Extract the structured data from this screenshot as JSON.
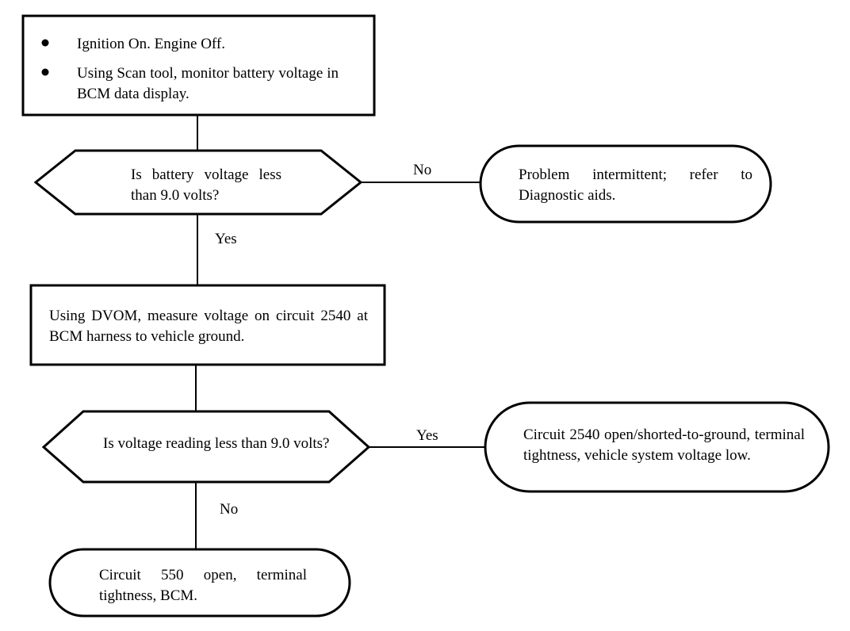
{
  "start_box": {
    "bullets": [
      "Ignition On. Engine Off.",
      "Using Scan tool, monitor battery voltage in BCM data display."
    ]
  },
  "decision_1": {
    "question": "Is battery voltage less than 9.0 volts?",
    "no_label": "No",
    "yes_label": "Yes"
  },
  "result_1": {
    "text": "Problem intermittent; refer to Diagnostic aids."
  },
  "step_2": {
    "text": "Using DVOM, measure voltage on circuit 2540 at BCM harness to vehicle ground."
  },
  "decision_2": {
    "question": "Is voltage reading less than 9.0 volts?",
    "yes_label": "Yes",
    "no_label": "No"
  },
  "result_2": {
    "text": "Circuit 2540 open/shorted-to-ground, terminal tightness, vehicle system voltage low."
  },
  "result_3": {
    "text": "Circuit 550 open, terminal tightness, BCM."
  }
}
